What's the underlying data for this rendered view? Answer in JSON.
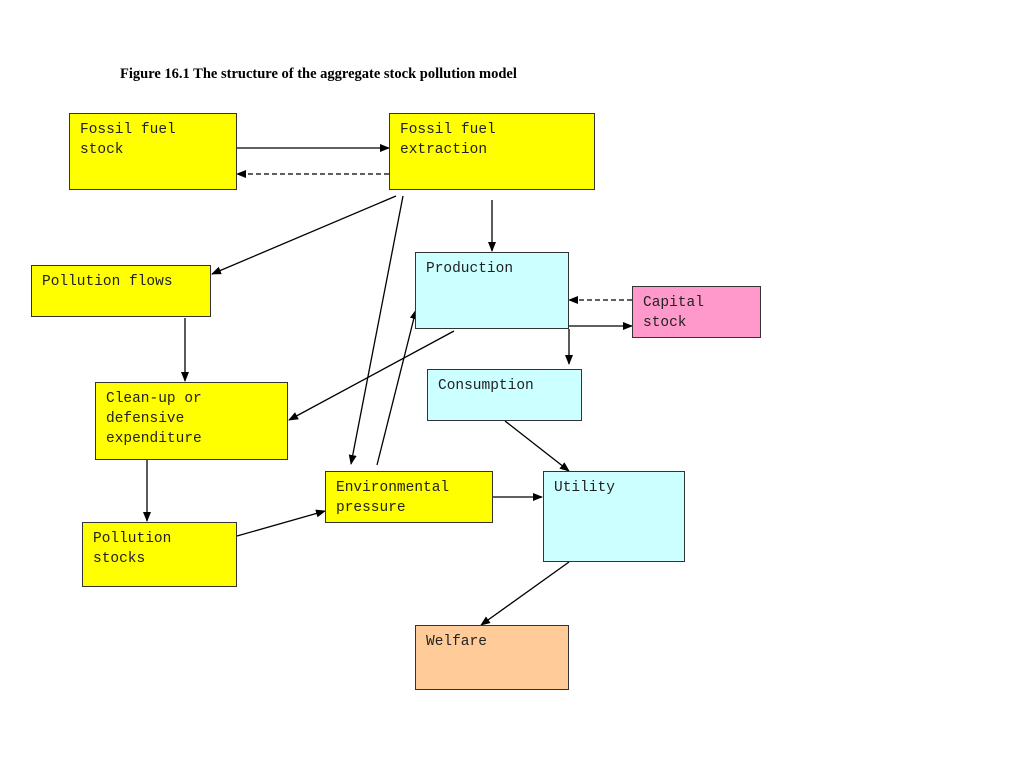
{
  "title": "Figure 16.1 The structure of the aggregate stock pollution model",
  "colors": {
    "yellow": "#ffff00",
    "cyan": "#ccffff",
    "pink": "#ff99cc",
    "peach": "#ffcc99",
    "line": "#000000"
  },
  "nodes": {
    "fossil_fuel_stock": {
      "label": "Fossil fuel\nstock",
      "color": "yellow"
    },
    "fossil_fuel_extraction": {
      "label": "Fossil fuel\nextraction",
      "color": "yellow"
    },
    "pollution_flows": {
      "label": "Pollution flows",
      "color": "yellow"
    },
    "production": {
      "label": "Production",
      "color": "cyan"
    },
    "capital_stock": {
      "label": "Capital\nstock",
      "color": "pink"
    },
    "consumption": {
      "label": "Consumption",
      "color": "cyan"
    },
    "cleanup": {
      "label": "Clean-up or\ndefensive\nexpenditure",
      "color": "yellow"
    },
    "environmental_pressure": {
      "label": "Environmental\npressure",
      "color": "yellow"
    },
    "utility": {
      "label": "Utility",
      "color": "cyan"
    },
    "pollution_stocks": {
      "label": "Pollution\nstocks",
      "color": "yellow"
    },
    "welfare": {
      "label": "Welfare",
      "color": "peach"
    }
  },
  "edges": [
    {
      "from": "fossil_fuel_stock",
      "to": "fossil_fuel_extraction",
      "style": "solid"
    },
    {
      "from": "fossil_fuel_extraction",
      "to": "fossil_fuel_stock",
      "style": "dashed"
    },
    {
      "from": "fossil_fuel_extraction",
      "to": "pollution_flows",
      "style": "solid"
    },
    {
      "from": "fossil_fuel_extraction",
      "to": "production",
      "style": "solid"
    },
    {
      "from": "fossil_fuel_extraction",
      "to": "environmental_pressure",
      "style": "solid"
    },
    {
      "from": "capital_stock",
      "to": "production",
      "style": "dashed"
    },
    {
      "from": "production",
      "to": "capital_stock",
      "style": "solid"
    },
    {
      "from": "production",
      "to": "consumption",
      "style": "solid"
    },
    {
      "from": "production",
      "to": "cleanup",
      "style": "solid"
    },
    {
      "from": "environmental_pressure",
      "to": "production",
      "style": "solid"
    },
    {
      "from": "pollution_flows",
      "to": "cleanup",
      "style": "solid"
    },
    {
      "from": "cleanup",
      "to": "pollution_stocks",
      "style": "solid"
    },
    {
      "from": "pollution_stocks",
      "to": "environmental_pressure",
      "style": "solid"
    },
    {
      "from": "environmental_pressure",
      "to": "utility",
      "style": "solid"
    },
    {
      "from": "consumption",
      "to": "utility",
      "style": "solid"
    },
    {
      "from": "utility",
      "to": "welfare",
      "style": "solid"
    }
  ]
}
